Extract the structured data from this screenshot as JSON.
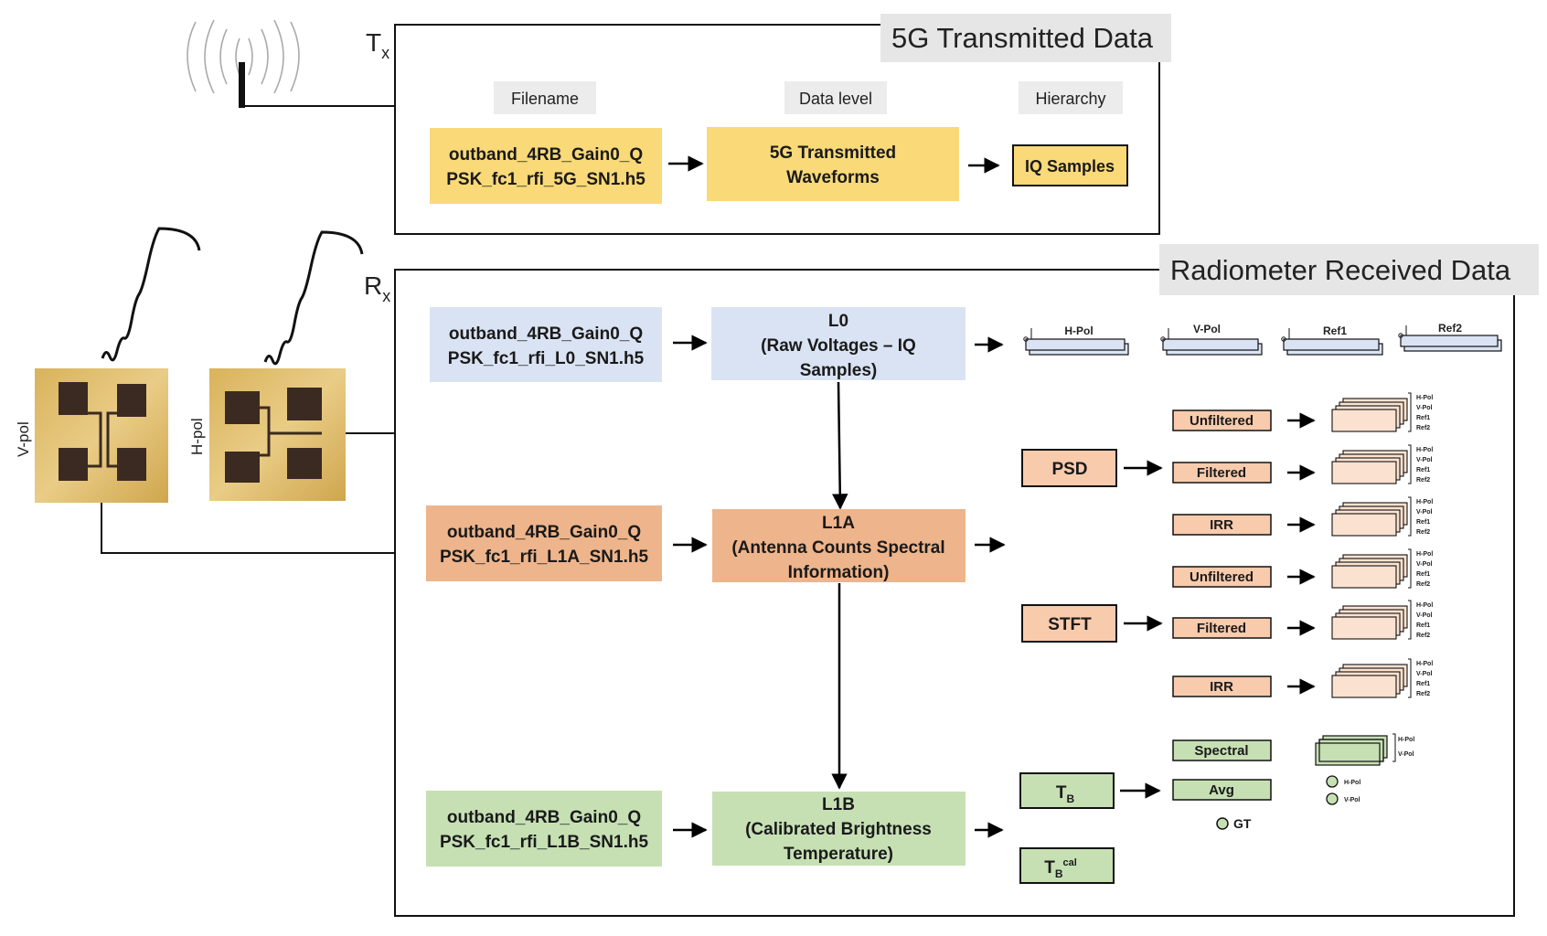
{
  "tx": {
    "label": "T",
    "sub": "x",
    "title": "5G Transmitted Data",
    "col_headers": [
      "Filename",
      "Data level",
      "Hierarchy"
    ],
    "filename": [
      "outband_4RB_Gain0_Q",
      "PSK_fc1_rfi_5G_SN1.h5"
    ],
    "level": [
      "5G Transmitted",
      "Waveforms"
    ],
    "hierarchy": "IQ Samples"
  },
  "rx": {
    "label": "R",
    "sub": "x",
    "title": "Radiometer Received Data",
    "l0": {
      "filename": [
        "outband_4RB_Gain0_Q",
        "PSK_fc1_rfi_L0_SN1.h5"
      ],
      "level": [
        "L0",
        "(Raw Voltages – IQ",
        "Samples)"
      ],
      "channels": [
        "H-Pol",
        "V-Pol",
        "Ref1",
        "Ref2"
      ]
    },
    "l1a": {
      "filename": [
        "outband_4RB_Gain0_Q",
        "PSK_fc1_rfi_L1A_SN1.h5"
      ],
      "level": [
        "L1A",
        "(Antenna Counts Spectral",
        "Information)"
      ],
      "psd": "PSD",
      "stft": "STFT",
      "branches": [
        "Unfiltered",
        "Filtered",
        "IRR"
      ],
      "stack_labels": [
        "H-Pol",
        "V-Pol",
        "Ref1",
        "Ref2"
      ]
    },
    "l1b": {
      "filename": [
        "outband_4RB_Gain0_Q",
        "PSK_fc1_rfi_L1B_SN1.h5"
      ],
      "level": [
        "L1B",
        "(Calibrated Brightness",
        "Temperature)"
      ],
      "tb_main": "T",
      "tb_sub": "B",
      "tbcal_main": "T",
      "tbcal_sub": "B",
      "tbcal_sup": "cal",
      "spectral": "Spectral",
      "avg": "Avg",
      "gt": "GT",
      "pol_labels": [
        "H-Pol",
        "V-Pol"
      ]
    }
  },
  "antennas": {
    "vpol": "V-pol",
    "hpol": "H-pol"
  },
  "colors": {
    "yellow": "#f9d978",
    "blue": "#dae3f3",
    "orange": "#eeb48b",
    "orange_light": "#f8cbad",
    "peach": "#fbe2d0",
    "green": "#c6e0b4",
    "gray_header": "#e7e7e7",
    "title_box": "#e6e6e6"
  }
}
